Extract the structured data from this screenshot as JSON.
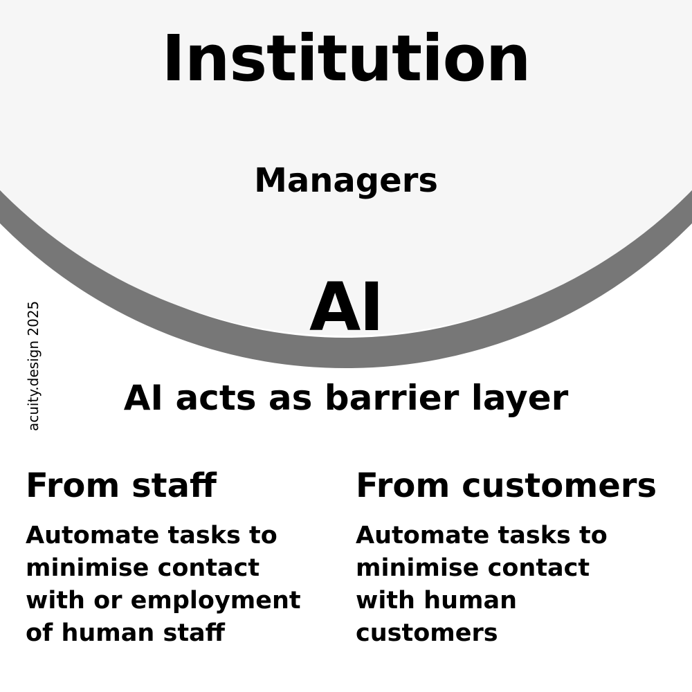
{
  "title": "Institution",
  "managers_label": "Managers",
  "ai_label": "AI",
  "caption": "AI acts as barrier layer",
  "columns": [
    {
      "heading": "From staff",
      "body_lines": [
        "Automate tasks to",
        "minimise contact",
        "with or employment",
        "of human staff"
      ]
    },
    {
      "heading": "From customers",
      "body_lines": [
        "Automate tasks to",
        "minimise contact",
        "with human",
        "customers"
      ]
    }
  ],
  "credit": "acuity.design 2025",
  "colors": {
    "ring": "#777777",
    "inner_fill": "#f6f6f6",
    "background": "#ffffff",
    "text": "#000000"
  }
}
